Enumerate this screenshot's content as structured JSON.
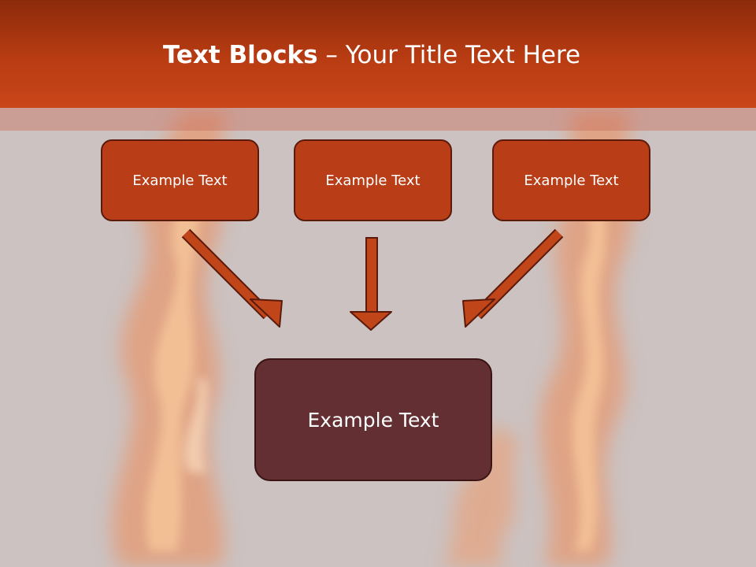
{
  "slide": {
    "title_bold": "Text Blocks",
    "title_rest": " – Your Title Text Here"
  },
  "blocks": {
    "top": [
      {
        "text": "Example Text"
      },
      {
        "text": "Example Text"
      },
      {
        "text": "Example Text"
      }
    ],
    "main": {
      "text": "Example Text"
    }
  },
  "colors": {
    "title_bar": "#b93c12",
    "block_fill": "#b93e18",
    "main_block_fill": "#632f32",
    "arrow_fill": "#c0461a",
    "background": "#cbc2c1"
  }
}
